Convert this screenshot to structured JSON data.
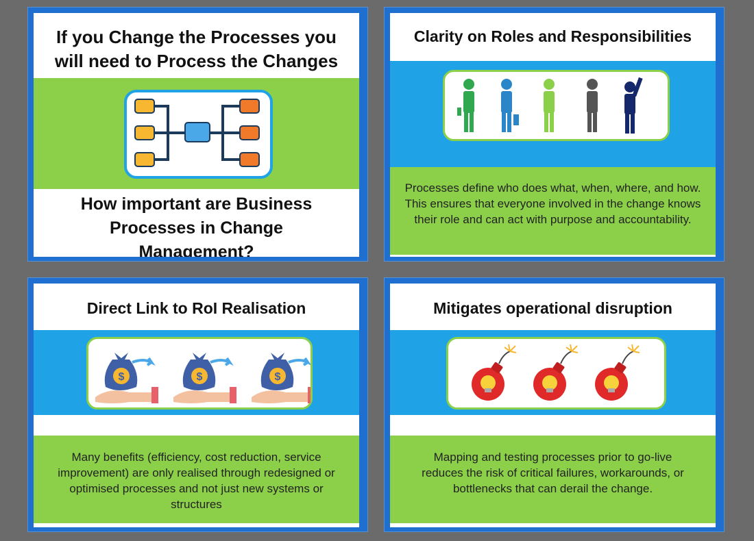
{
  "colors": {
    "green": "#8cd04a",
    "blue": "#1fa3e6",
    "frame": "#1f6fd1",
    "background": "#6b6b6b"
  },
  "slide1": {
    "title": "If you Change the Processes you will need to Process the Changes",
    "question": "How important are Business Processes in Change Management?",
    "icon": "process-flow-diagram-icon"
  },
  "slide2": {
    "title": "Clarity on Roles and Responsibilities",
    "body": "Processes define who does what, when, where, and how. This ensures that everyone involved in the change knows their role and can act with purpose and accountability.",
    "icon": "team-people-icon"
  },
  "slide3": {
    "title": "Direct Link to RoI Realisation",
    "body": "Many benefits (efficiency, cost reduction, service improvement) are only realised through redesigned or optimised processes and not just new systems or structures",
    "icon": "money-bag-hand-icon"
  },
  "slide4": {
    "title": "Mitigates operational disruption",
    "body": "Mapping and testing processes prior to go-live reduces the risk of critical failures, workarounds, or bottlenecks that can derail the change.",
    "icon": "bomb-icon"
  }
}
